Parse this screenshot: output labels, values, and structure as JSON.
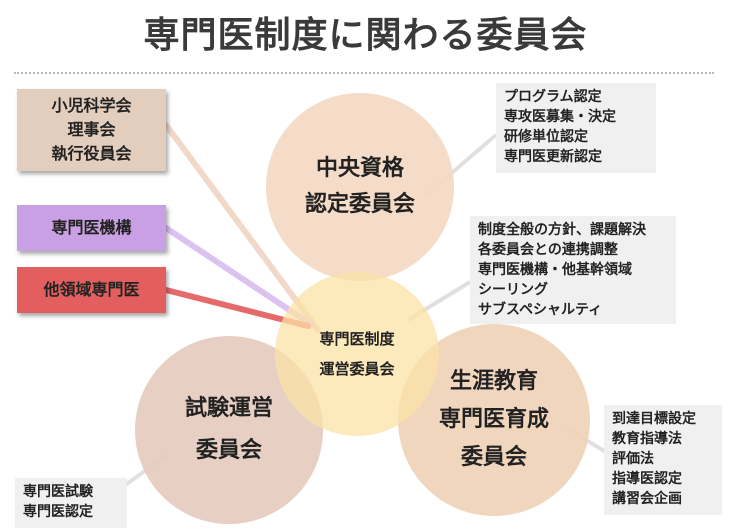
{
  "title": "専門医制度に関わる委員会",
  "colors": {
    "circle": "#f3d9c3",
    "circle_center": "#fbe2a6",
    "box_council": "#e3cdbd",
    "box_organization": "#c9a0e3",
    "box_other": "#e35f5f",
    "note_bg": "#f0f0f0"
  },
  "committees": {
    "central": [
      "中央資格",
      "認定委員会"
    ],
    "exam": [
      "試験運営",
      "委員会"
    ],
    "education": [
      "生涯教育",
      "専門医育成",
      "委員会"
    ],
    "center": [
      "専門医制度",
      "運営委員会"
    ]
  },
  "external": {
    "council": [
      "小児科学会",
      "理事会",
      "執行役員会"
    ],
    "organization": [
      "専門医機構"
    ],
    "other": [
      "他領域専門医"
    ]
  },
  "notes": {
    "central": [
      "プログラム認定",
      "専攻医募集・決定",
      "研修単位認定",
      "専門医更新認定"
    ],
    "center": [
      "制度全般の方針、課題解決",
      "各委員会との連携調整",
      "専門医機構・他基幹領域",
      "シーリング",
      "サブスペシャルティ"
    ],
    "education": [
      "到達目標設定",
      "教育指導法",
      "評価法",
      "指導医認定",
      "講習会企画"
    ],
    "exam": [
      "専門医試験",
      "専門医認定"
    ]
  }
}
